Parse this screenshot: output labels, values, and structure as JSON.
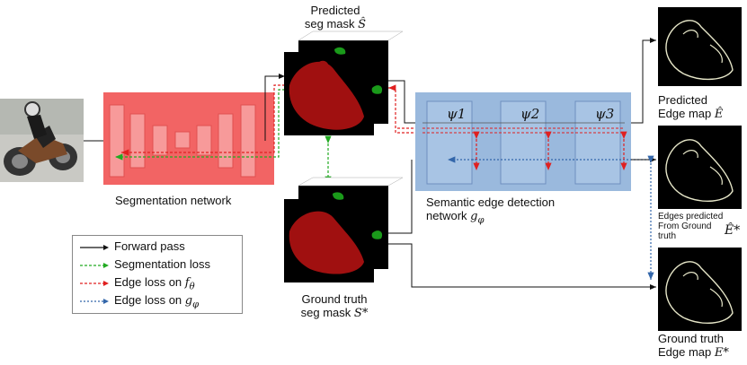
{
  "labels": {
    "predicted_seg_mask": [
      "Predicted",
      "seg mask"
    ],
    "predicted_seg_mask_symbol": "Ŝ",
    "segmentation_network": "Segmentation network",
    "semantic_edge_network": [
      "Semantic edge detection",
      "network"
    ],
    "semantic_edge_network_symbol": "g",
    "semantic_edge_network_sub": "φ",
    "ground_truth_seg_mask": [
      "Ground truth",
      "seg mask"
    ],
    "ground_truth_seg_mask_symbol": "S*",
    "predicted_edge_map": [
      "Predicted",
      "Edge map"
    ],
    "predicted_edge_map_symbol": "Ê",
    "edges_from_gt": [
      "Edges predicted",
      "From Ground",
      "truth"
    ],
    "edges_from_gt_symbol": "Ê*",
    "ground_truth_edge_map": [
      "Ground truth",
      "Edge map"
    ],
    "ground_truth_edge_map_symbol": "E*",
    "psi": [
      "ψ1",
      "ψ2",
      "ψ3"
    ]
  },
  "legend": [
    {
      "label": "Forward pass",
      "color": "#111111",
      "style": "solid"
    },
    {
      "label": "Segmentation loss",
      "color": "#22aa22",
      "style": "dashed"
    },
    {
      "label": "Edge loss on",
      "symbol": "f",
      "sub": "θ",
      "color": "#e02020",
      "style": "dashed"
    },
    {
      "label": "Edge loss on",
      "symbol": "g",
      "sub": "φ",
      "color": "#3366aa",
      "style": "dotted"
    }
  ],
  "colors": {
    "seg_network": "#f26464",
    "seg_blocks": "#f79a9a",
    "edge_network": "#9ab9dd",
    "edge_blocks": "#a8c4e4",
    "mask_region": "#a01010",
    "mask_green": "#1a9a1a"
  }
}
